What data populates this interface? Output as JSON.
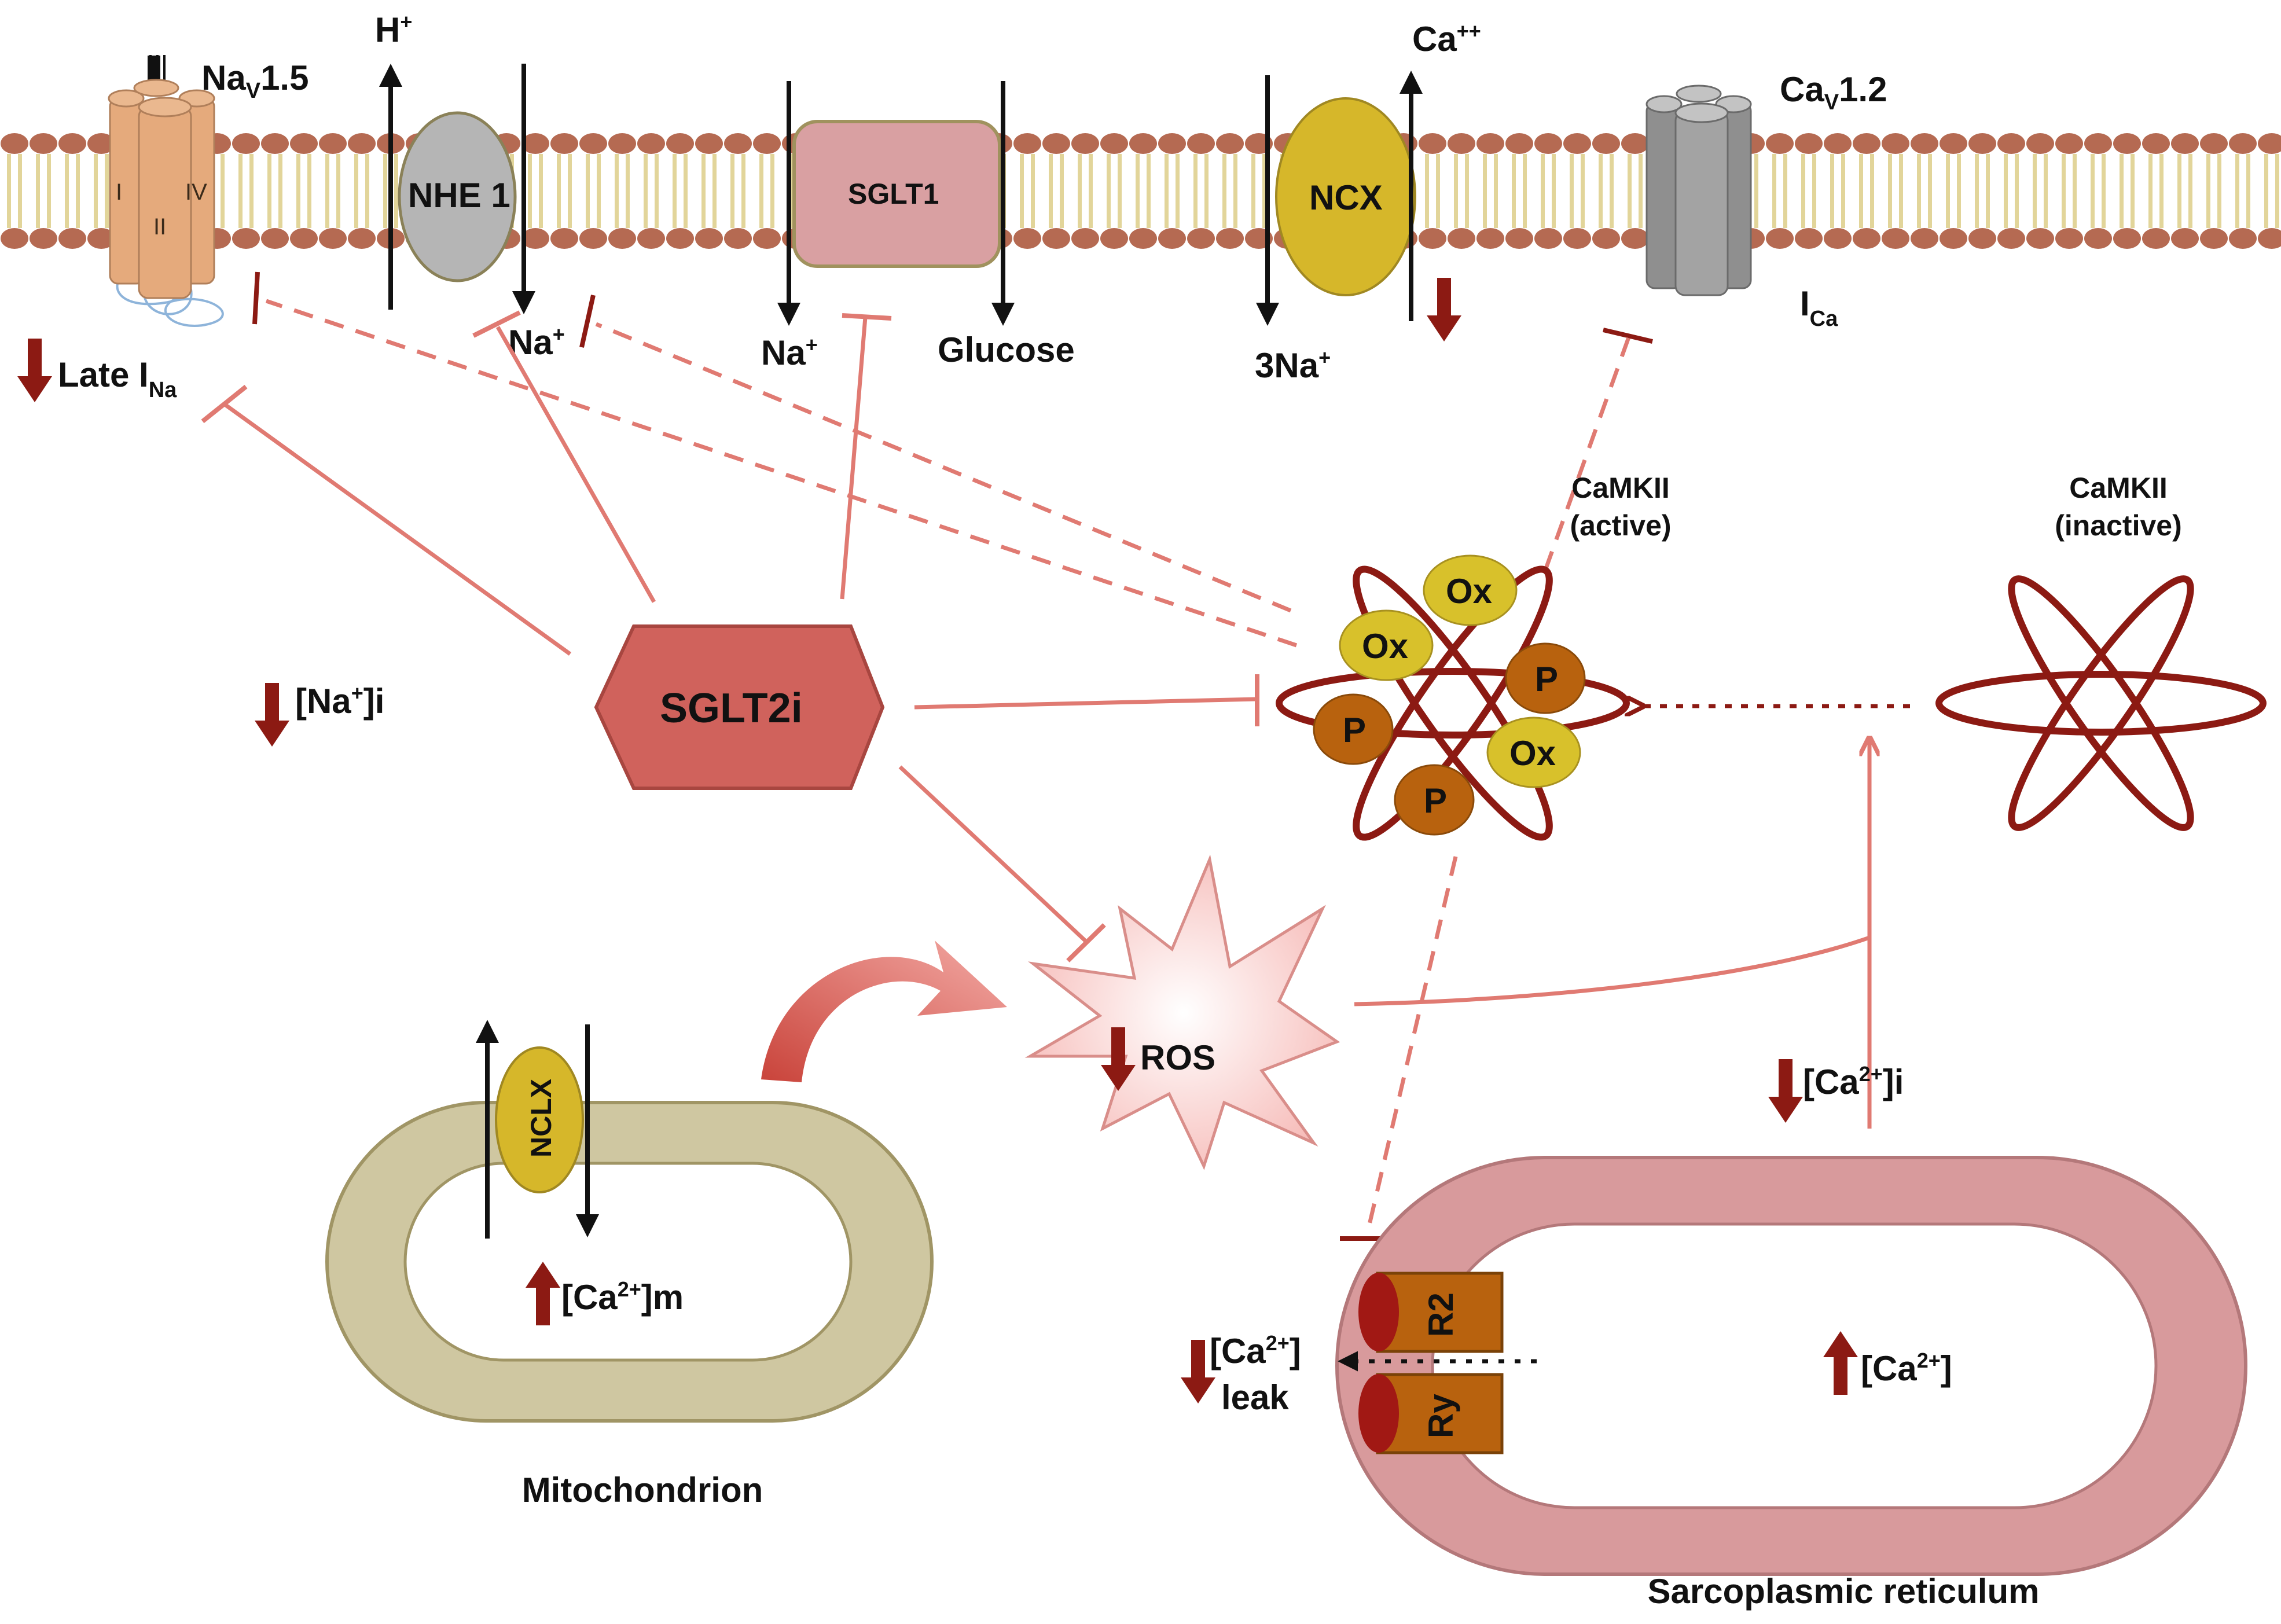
{
  "labels": {
    "nav15_main": "Na",
    "nav15_sub": "V",
    "nav15_suffix": "1.5",
    "roman_1": "I",
    "roman_2": "II",
    "roman_4": "IV",
    "h_plus": "H",
    "h_plus_sup": "+",
    "nhe1": "NHE 1",
    "na_plus_nhe": "Na",
    "na_plus_nhe_sup": "+",
    "sglt1": "SGLT1",
    "na_plus_sglt": "Na",
    "na_plus_sglt_sup": "+",
    "glucose": "Glucose",
    "ncx": "NCX",
    "ca_pp": "Ca",
    "ca_pp_sup": "++",
    "three_na": "3Na",
    "three_na_sup": "+",
    "cav12_main": "Ca",
    "cav12_sub": "V",
    "cav12_suffix": "1.2",
    "ica_main": "I",
    "ica_sub": "Ca",
    "late_ina_main": "Late I",
    "late_ina_sub": "Na",
    "na_i": "[Na",
    "na_i_sup": "+",
    "na_i_tail": "]i",
    "sglt2i": "SGLT2i",
    "camkii_active_1": "CaMKII",
    "camkii_active_2": "(active)",
    "camkii_inactive_1": "CaMKII",
    "camkii_inactive_2": "(inactive)",
    "ox": "Ox",
    "p": "P",
    "ros": "ROS",
    "nclx": "NCLX",
    "ca_m": "[Ca",
    "ca_m_sup": "2+",
    "ca_m_tail": "]m",
    "mitochondrion": "Mitochondrion",
    "ca_i": "[Ca",
    "ca_i_sup": "2+",
    "ca_i_tail": "]i",
    "r2": "R2",
    "ry": "Ry",
    "ca_leak_1": "[Ca",
    "ca_leak_sup": "2+",
    "ca_leak_tail": "]",
    "ca_leak_2": "leak",
    "ca_sr": "[Ca",
    "ca_sr_sup": "2+",
    "ca_sr_tail": "]",
    "sarcoplasmic_reticulum": "Sarcoplasmic reticulum"
  },
  "colors": {
    "inhibition_line": "#e07a72",
    "dark_red": "#8c1a13",
    "membrane_head": "#b56a52",
    "membrane_tail": "#e2d59a",
    "nav_channel": "#e5aa7c",
    "nhe_grey": "#b5b5b5",
    "sglt1_pink": "#d9a0a2",
    "ncx_yellow": "#d6b72a",
    "cav_grey": "#8f8f8f",
    "sglt2i_fill": "#d0625c",
    "ox_yellow": "#d8c12b",
    "p_brown": "#b8620e",
    "mito_outer": "#cfc7a1",
    "sr_outer": "#d89a9c",
    "ryr_brown": "#b8620e"
  }
}
